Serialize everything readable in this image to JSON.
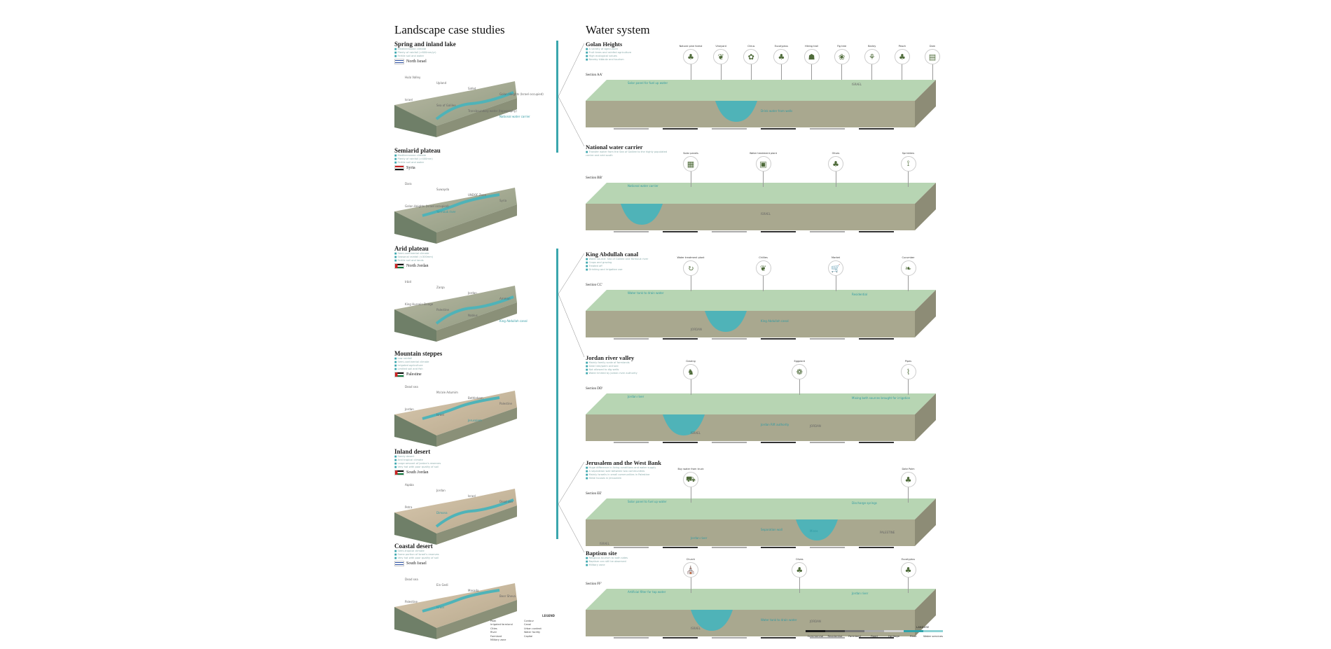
{
  "left": {
    "title": "Landscape case studies",
    "cases": [
      {
        "title": "Spring and inland lake",
        "bullets": [
          "Mediterranean climate",
          "Plenty of rainfall (>600mm/yr)",
          "Fertile soil and water"
        ],
        "region": "North Israel",
        "flag": "israel",
        "labels": [
          "Hula Valley",
          "Upland",
          "Safed",
          "Golan Heights (Israel occupied)",
          "Israel",
          "Sea of Galilee",
          "Transboundary water (topography)",
          "National water carrier"
        ]
      },
      {
        "title": "Semiarid plateau",
        "bullets": [
          "Mediterranean climate",
          "Plenty of rainfall (>400mm)",
          "Fertile soil and water"
        ],
        "region": "Syria",
        "flag": "syria",
        "labels": [
          "Dara",
          "Suwayda",
          "UNDOF Zone",
          "Syria",
          "Golan Heights (Israel occupied)",
          "Yarmouk river"
        ]
      },
      {
        "title": "Arid plateau",
        "bullets": [
          "Semi-continental climate",
          "Seasonal rainfall (<300mm)",
          "Fertile soil and lands"
        ],
        "region": "North Jordan",
        "flag": "jordan",
        "labels": [
          "Irbid",
          "Zarqa",
          "Jordan",
          "Amman",
          "King Hussein Bridge",
          "Palestine",
          "Nablus",
          "King Abdullah canal"
        ]
      },
      {
        "title": "Mountain steppes",
        "bullets": [
          "Low rainfall",
          "Semi-continental climate",
          "Irrigated agriculture",
          "Limited soil and fish"
        ],
        "region": "Palestine",
        "flag": "palestine",
        "labels": [
          "Dead sea",
          "Ma'ale Adumim",
          "Bethlehem",
          "Palestine",
          "Jordan",
          "Israel",
          "Jerusalem"
        ]
      },
      {
        "title": "Inland desert",
        "bullets": [
          "Sandy desert",
          "Arid tropical climate",
          "Large amount of Jordan's reserves",
          "Very hot with poor quality of soil"
        ],
        "region": "South Jordan",
        "flag": "jordan",
        "labels": [
          "Aqaba",
          "Jordan",
          "Israel",
          "Dead sea",
          "Petra",
          "Dimona"
        ]
      },
      {
        "title": "Coastal desert",
        "bullets": [
          "Semi-tropical climate",
          "Some portion of Israel's reserves",
          "Very hot with poor quality of soil"
        ],
        "region": "South Israel",
        "flag": "israel",
        "labels": [
          "Dead sea",
          "Ein Gedi",
          "Masada",
          "Beer Sheva",
          "Palestine",
          "Israel"
        ]
      }
    ],
    "legend": {
      "title": "LEGEND",
      "items": [
        "Peak",
        "Contour",
        "Irrigated farmland",
        "Canal",
        "Cities",
        "Urban context",
        "River",
        "Water facility",
        "Farmland",
        "Capital",
        "Military zone"
      ]
    }
  },
  "right": {
    "title": "Water system",
    "sections": [
      {
        "title": "Golan Heights",
        "bullets": [
          "A variety of agriculture",
          "Fruit trees and rainfed agriculture",
          "High ecological values",
          "Nearby kibbutz and tourism"
        ],
        "section_label": "Section AA'",
        "icons": [
          {
            "label": "Natural pine forest",
            "glyph": "♣"
          },
          {
            "label": "Vineyard",
            "glyph": "❦"
          },
          {
            "label": "Citrus",
            "glyph": "✿"
          },
          {
            "label": "Eucalyptus",
            "glyph": "♣"
          },
          {
            "label": "Hiking trail",
            "glyph": "☗"
          },
          {
            "label": "Fig tree",
            "glyph": "❀"
          },
          {
            "label": "Barley",
            "glyph": "⚘"
          },
          {
            "label": "Peach",
            "glyph": "♣"
          },
          {
            "label": "Dam",
            "glyph": "▤"
          }
        ],
        "notes": [
          "Solar panel for fuel up water",
          "Drink water from wells",
          "ISRAEL"
        ]
      },
      {
        "title": "National water carrier",
        "bullets": [
          "Transfer water from the Sea of Galilee to the highly populated centre and arid south"
        ],
        "section_label": "Section BB'",
        "icons": [
          {
            "label": "Solar panels",
            "glyph": "▦"
          },
          {
            "label": "Water treatment plant",
            "glyph": "▣"
          },
          {
            "label": "Olives",
            "glyph": "♣"
          },
          {
            "label": "Sprinklers",
            "glyph": "⟟"
          }
        ],
        "notes": [
          "National water carrier",
          "ISRAEL"
        ]
      },
      {
        "title": "King Abdullah canal",
        "bullets": [
          "Water source: Sea of Galilee and Yarmouk river",
          "Crops and grazing",
          "Treated off",
          "Drinking and irrigation use"
        ],
        "section_label": "Section CC'",
        "icons": [
          {
            "label": "Water treatment plant",
            "glyph": "↻"
          },
          {
            "label": "Chillies",
            "glyph": "❦"
          },
          {
            "label": "Market",
            "glyph": "🛒"
          },
          {
            "label": "Cucumber",
            "glyph": "❧"
          }
        ],
        "notes": [
          "Water tank to drain water",
          "King Abdullah canal",
          "Residential",
          "JORDAN"
        ]
      },
      {
        "title": "Jordan river valley",
        "bullets": [
          "Mainly family scale of farmlands",
          "Date tree/palm orchard",
          "Not allowed to dig wells",
          "Water limited by Jordan river authority"
        ],
        "section_label": "Section DD'",
        "icons": [
          {
            "label": "Grazing",
            "glyph": "♞"
          },
          {
            "label": "Eggplant",
            "glyph": "❁"
          },
          {
            "label": "Pipes",
            "glyph": "⌇"
          }
        ],
        "notes": [
          "Jordan river",
          "Jordan Rift authority",
          "Mixing both sources brought for irrigation",
          "ISRAEL",
          "JORDAN"
        ]
      },
      {
        "title": "Jerusalem and the West Bank",
        "bullets": [
          "Huge difference in living conditions and water supply",
          "A separation wall between two communities",
          "Mainly Israelis in small communities in Palestine",
          "Hebe houses in Jerusalem"
        ],
        "section_label": "Section EE'",
        "icons": [
          {
            "label": "Buy water from truck",
            "glyph": "⛟"
          },
          {
            "label": "Date Palm",
            "glyph": "♣"
          }
        ],
        "notes": [
          "Solar panel to fuel up water",
          "Separation wall",
          "Discharge springs",
          "Jordan river",
          "Mines",
          "ISRAEL",
          "PALESTINE"
        ]
      },
      {
        "title": "Baptism site",
        "bullets": [
          "Religious tourism to both sides",
          "Baptism can still be observed",
          "Military zone"
        ],
        "section_label": "Section FF'",
        "icons": [
          {
            "label": "Church",
            "glyph": "⛪"
          },
          {
            "label": "Olives",
            "glyph": "♣"
          },
          {
            "label": "Eucalyptus",
            "glyph": "♣"
          }
        ],
        "notes": [
          "Artificial filter for tap water",
          "Water tank to drain water",
          "Jordan river",
          "ISRAEL",
          "JORDAN"
        ]
      }
    ]
  },
  "landuse_legend": {
    "title": "LANDUSE",
    "items": [
      {
        "label": "Commercial",
        "color": "#1a1a1a"
      },
      {
        "label": "Residential",
        "color": "#444444"
      },
      {
        "label": "Farmland",
        "color": "#777777"
      },
      {
        "label": "Road",
        "color": "#a8a8a8"
      },
      {
        "label": "Heritage",
        "color": "#d0d0d0"
      },
      {
        "label": "River",
        "color": "#2fa3aa"
      },
      {
        "label": "Water services",
        "color": "#8fd3d6"
      }
    ]
  },
  "colors": {
    "accent": "#3aa6ad",
    "water": "#4fb3b8",
    "soil": "#a9a88f",
    "grass": "#9fc79a"
  }
}
